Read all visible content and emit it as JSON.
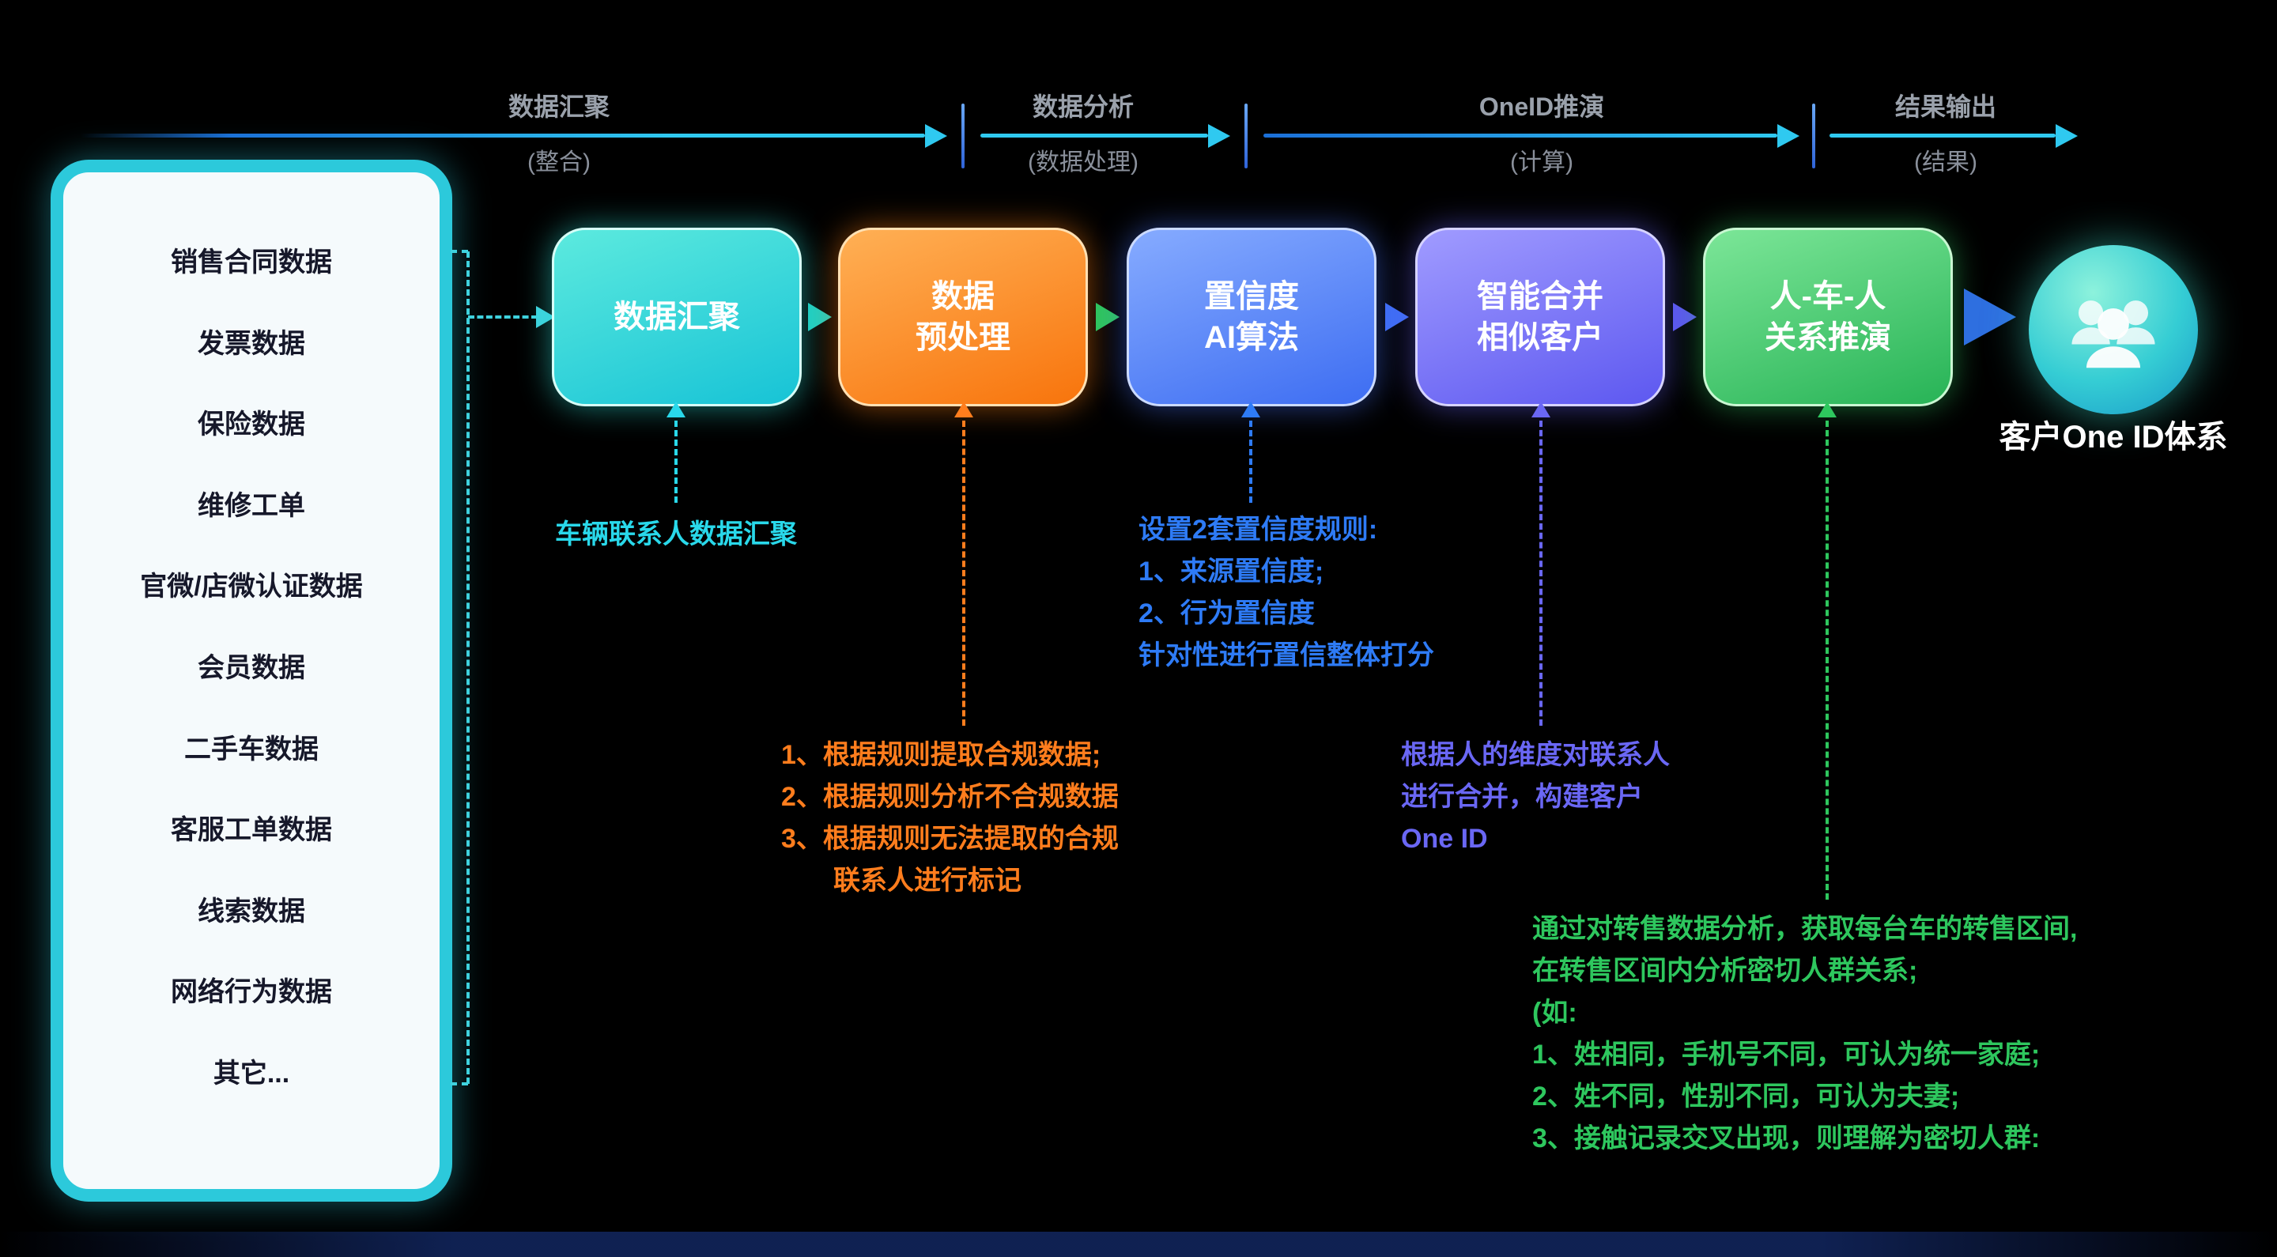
{
  "palette": {
    "background": "#000000",
    "timeline_line": "#2fc9f0",
    "panel_border": "#2cc9db",
    "step_colors": [
      "#17c3d6",
      "#f8740c",
      "#3d6df2",
      "#5d58f0",
      "#27b356"
    ],
    "note_colors": [
      "#29d8ea",
      "#ff7d1d",
      "#2e7bf6",
      "#6a67f4",
      "#2ec75e"
    ]
  },
  "timeline": {
    "phases": [
      {
        "label": "数据汇聚",
        "sub": "(整合)"
      },
      {
        "label": "数据分析",
        "sub": "(数据处理)"
      },
      {
        "label": "OneID推演",
        "sub": "(计算)"
      },
      {
        "label": "结果输出",
        "sub": "(结果)"
      }
    ]
  },
  "sources": {
    "items": [
      "销售合同数据",
      "发票数据",
      "保险数据",
      "维修工单",
      "官微/店微认证数据",
      "会员数据",
      "二手车数据",
      "客服工单数据",
      "线索数据",
      "网络行为数据",
      "其它..."
    ]
  },
  "pipeline": {
    "steps": [
      {
        "lines": [
          "数据汇聚"
        ]
      },
      {
        "lines": [
          "数据",
          "预处理"
        ]
      },
      {
        "lines": [
          "置信度",
          "AI算法"
        ]
      },
      {
        "lines": [
          "智能合并",
          "相似客户"
        ]
      },
      {
        "lines": [
          "人-车-人",
          "关系推演"
        ]
      }
    ]
  },
  "result": {
    "label": "客户One ID体系",
    "icon": "people-group-icon"
  },
  "notes": [
    {
      "lines": [
        "车辆联系人数据汇聚"
      ]
    },
    {
      "lines": [
        "1、根据规则提取合规数据;",
        "2、根据规则分析不合规数据",
        "3、根据规则无法提取的合规",
        "联系人进行标记"
      ]
    },
    {
      "lines": [
        "设置2套置信度规则:",
        "1、来源置信度;",
        "2、行为置信度",
        "针对性进行置信整体打分"
      ]
    },
    {
      "lines": [
        "根据人的维度对联系人",
        "进行合并，构建客户",
        "One ID"
      ]
    },
    {
      "lines": [
        "通过对转售数据分析，获取每台车的转售区间,",
        "在转售区间内分析密切人群关系;",
        "(如:",
        "1、姓相同，手机号不同，可认为统一家庭;",
        "2、姓不同，性别不同，可认为夫妻;",
        "3、接触记录交叉出现，则理解为密切人群:"
      ]
    }
  ]
}
